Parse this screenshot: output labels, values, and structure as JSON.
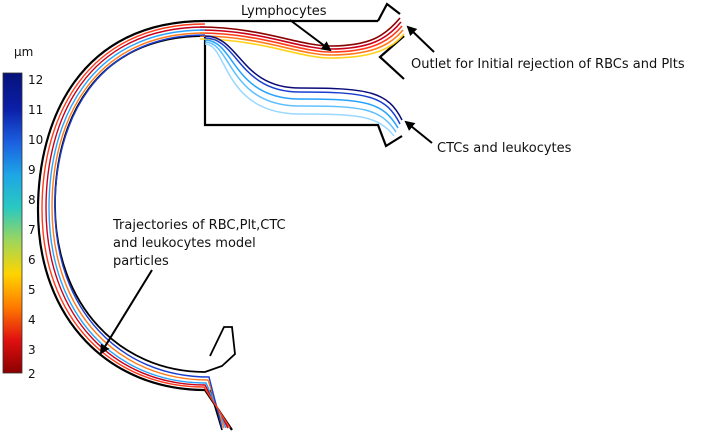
{
  "colorbar": {
    "unit": "µm",
    "ticks": [
      "12",
      "11",
      "10",
      "9",
      "8",
      "7",
      "6",
      "5",
      "4",
      "3",
      "2"
    ],
    "range": [
      2,
      12
    ],
    "colors_bottom_to_top": [
      "#8b0000",
      "#e01010",
      "#ff7a00",
      "#ffd400",
      "#9fd65a",
      "#2ac9c0",
      "#1da6e6",
      "#1c5fe0",
      "#0b1fa8",
      "#06127a"
    ]
  },
  "labels": {
    "lymphocytes": "Lymphocytes",
    "outlet": "Outlet for Initial rejection of RBCs and Plts",
    "ctcs": "CTCs and leukocytes",
    "trajectories_line1": "Trajectories of RBC,Plt,CTC",
    "trajectories_line2": "and leukocytes model",
    "trajectories_line3": "particles"
  },
  "colors": {
    "channel_wall": "#000000",
    "upper_group": [
      "#8b0000",
      "#c8001a",
      "#ff3b1a",
      "#ff7a1a",
      "#ffd21a"
    ],
    "lower_group": [
      "#0a0a7a",
      "#1a3fd0",
      "#27a3ff",
      "#5fc0ff",
      "#9ad8ff"
    ]
  }
}
